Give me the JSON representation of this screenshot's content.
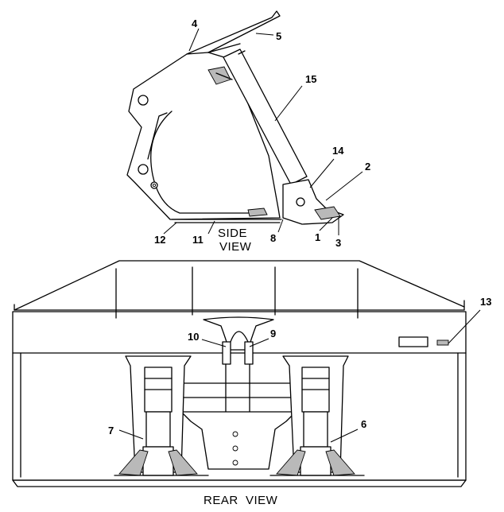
{
  "side_view": {
    "caption_line1": "SIDE",
    "caption_line2": "VIEW"
  },
  "rear_view": {
    "caption": "REAR  VIEW"
  },
  "callouts": {
    "c1": "1",
    "c2": "2",
    "c3": "3",
    "c4": "4",
    "c5": "5",
    "c6": "6",
    "c7": "7",
    "c8": "8",
    "c9": "9",
    "c10": "10",
    "c11": "11",
    "c12": "12",
    "c13": "13",
    "c14": "14",
    "c15": "15"
  },
  "colors": {
    "line": "#000000",
    "paper": "#ffffff",
    "shade": "#b9b9b9"
  }
}
